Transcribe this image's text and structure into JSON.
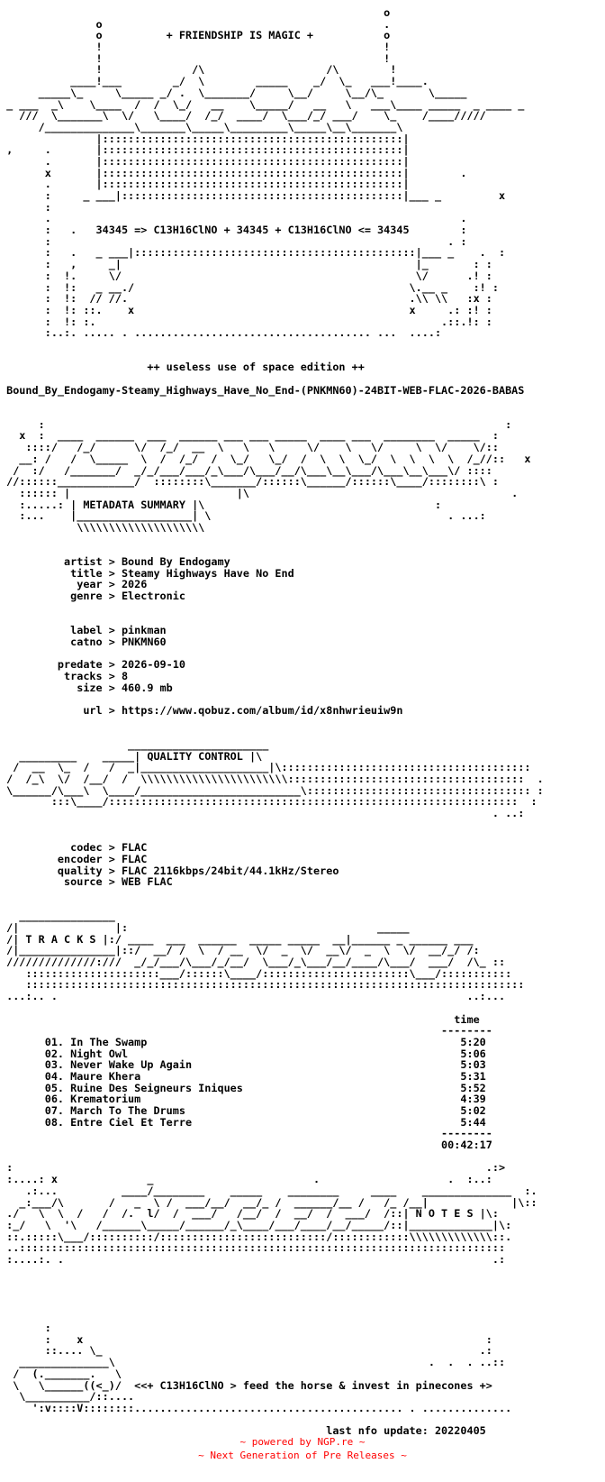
{
  "nfo_lines": [
    "                                                            o",
    "               o                                            .",
    "               o          + FRIENDSHIP IS MAGIC +           o",
    "               !                                            !",
    "               !                                            !",
    "               !              /\\                   /\\        !",
    "           ____!___        _/  \\        _____    _/  \\_   ___!____.",
    "      _____\\_     \\_____ _/ .  \\_______/     \\__/     \\__/\\_       \\_____",
    " _ ___  _\\    \\____  /  /  \\_/   __    \\_____/   __   \\   ___\\____ _____  _ ____ _",
    "   ///  \\_______\\  \\/   \\____/  /_/  ____/  \\___/_/ ___/    \\_    /____/////",
    "      /______________\\_______\\_____\\_________\\_____\\__\\_______\\",
    "               |:::::::::::::::::::::::::::::::::::::::::::::::|",
    " ,     .       |:::::::::::::::::::::::::::::::::::::::::::::::|",
    "       .       |:::::::::::::::::::::::::::::::::::::::::::::::|",
    "       x       |:::::::::::::::::::::::::::::::::::::::::::::::|        .",
    "       .       |:::::::::::::::::::::::::::::::::::::::::::::::|",
    "       :     _ ___|::::::::::::::::::::::::::::::::::::::::::::|___ _         x",
    "       :",
    "       .                                                                .",
    "       :   .   34345 => C13H16ClNO + 34345 + C13H16ClNO <= 34345        :",
    "       :                                                              . :",
    "       :   .   _ ___|::::::::::::::::::::::::::::::::::::::::::::|___ _    .  :",
    "       :   ,     _|                                              |_       : :",
    "       :  !.     \\/                                              \\/      .! :",
    "       :  !:   _ __./                                           \\.__ _    :! :",
    "       :  !:  // //.                                            .\\\\ \\\\   :x :",
    "       :  !: ::.    x                                           x     .: :! :",
    "       :  !: :.                                                      .::.!: :",
    "       :..:. ..... . ..................................... ...  ....:",
    "",
    "",
    "                       ++ useless use of space edition ++",
    "",
    " Bound_By_Endogamy-Steamy_Highways_Have_No_End-(PNKMN60)-24BIT-WEB-FLAC-2026-BABAS",
    "",
    "",
    "      :                                                                        :",
    "   x  :  ____  ______  ___  ______ ___ ___ _____  ____ ___  ________  _____  :",
    "    ::::/   /_/      \\/  /_/  __  \\   \\   \\     \\/    \\   \\/     \\  \\/    \\/::",
    "   __: /   /  \\_____  \\  /  /_/  /  \\_/   \\_/  /  \\  \\  \\_/  \\  \\  \\  \\  /_//::   x",
    "  /  :/   /_______/  _/_/___/___/_\\___/\\___/__/\\___\\__\\___/\\___\\__\\___\\/ ::::",
    " //::::::____________/  ::::::::\\_______/::::::\\______/::::::\\____/::::::::\\ :",
    "   :::::: |                          |\\                                         .",
    "   :.....: | METADATA SUMMARY |\\                                    :",
    "   :...    |__________________| \\                                     . ...:",
    "            \\\\\\\\\\\\\\\\\\\\\\\\\\\\\\\\\\\\\\\\",
    "",
    "",
    "          artist > Bound By Endogamy",
    "           title > Steamy Highways Have No End",
    "            year > 2026",
    "           genre > Electronic",
    "",
    "",
    "           label > pinkman",
    "           catno > PNKMN60",
    "",
    "         predate > 2026-09-10",
    "          tracks > 8",
    "            size > 460.9 mb",
    "",
    "             url > https://www.qobuz.com/album/id/x8nhwrieuiw9n",
    "",
    "",
    "                    ______________________",
    "   _________    _____| QUALITY CONTROL |\\",
    "  /  __  \\_  /   /  _|____________________|\\:::::::::::::::::::::::::::::::::::::::",
    " /  /_\\  \\/  /__/  /  \\\\\\\\\\\\\\\\\\\\\\\\\\\\\\\\\\\\\\\\\\\\\\:::::::::::::::::::::::::::::::::::::  .",
    " \\______/\\___\\  \\____/_________________________\\::::::::::::::::::::::::::::::::::: :",
    "        :::\\____/::::::::::::::::::::::::::::::::::::::::::::::::::::::::::::::::  :",
    "                                                                             . ..:",
    "",
    "",
    "           codec > FLAC",
    "         encoder > FLAC",
    "         quality > FLAC 2116kbps/24bit/44.1kHz/Stereo",
    "          source > WEB FLAC",
    "",
    "",
    "   _______________",
    " /|               |:                                       _____",
    " /| T R A C K S |:/ ____  ___  ______  _____ _____  __|______ _ ______ ___",
    " /|_______________|::/  __/ /  \\  / __  \\/  _  \\/  __\\/  _  \\  \\/  __/_/ /:",
    " //////////////:///  _/_/___/\\___/_/__/  \\___/_\\___/__/____/\\___/  ___/  /\\_ ::",
    "    :::::::::::::::::::::___/::::::\\____/:::::::::::::::::::::::\\___/:::::::::::",
    "    ::::::::::::::::::::::::::::::::::::::::::::::::::::::::::::::::::::::::::::::",
    " ...:.. .                                                                ..:...",
    "",
    "                                                                       time",
    "                                                                     --------",
    "       01. In The Swamp                                                 5:20",
    "       02. Night Owl                                                    5:06",
    "       03. Never Wake Up Again                                          5:03",
    "       04. Maure Khera                                                  5:31",
    "       05. Ruine Des Seigneurs Iniques                                  5:52",
    "       06. Krematorium                                                  4:39",
    "       07. March To The Drums                                           5:02",
    "       08. Entre Ciel Et Terre                                          5:44",
    "                                                                     --------",
    "                                                                     00:42:17",
    "",
    " :                                                                          .:>",
    " :....: x              _                         .                    .  :..:",
    "    .:...          ____/________    _____    ________     ____    ______________  :.",
    "   _:___/\\       /   _  \\ /  ___/__/  __/_ /  ______/__ /   /_ /__|             |\\::",
    " ./   \\  \\  /   /  /.  l/  /  ___/   /__/  /  __/  /  ___/  /::| N O T E S |\\:",
    " :_/   \\  '\\   /______\\_____/______/_\\____/___/____/__/_____/::|_____________|\\:",
    " ::.:::::\\___/::::::::::/::::::::::::::::::::::::::/::::::::::::\\\\\\\\\\\\\\\\\\\\\\\\\\::.",
    " ..::::::::::::::::::::::::::::::::::::::::::::::::::::::::::::::::::::::::::::",
    " :....:. .                                                                   .:",
    "",
    "",
    "",
    "",
    "",
    "       :",
    "       :    x                                                               :",
    "       ::.... \\_                                                           .:",
    "   ______________\\                                                 .  .  . ..::",
    "  /  (._______.   \\",
    "  \\   \\______((<_)/  <<+ C13H16ClNO > feed the horse & invest in pinecones +>",
    "   \\__________/::....",
    "     ':v::::V::::::::.......................................... . ..............",
    "",
    "                                                   last nfo update: 20220405"
  ],
  "footer": {
    "line1": "~ powered by NGP.re ~",
    "line2": "~ Next Generation of Pre Releases ~"
  }
}
